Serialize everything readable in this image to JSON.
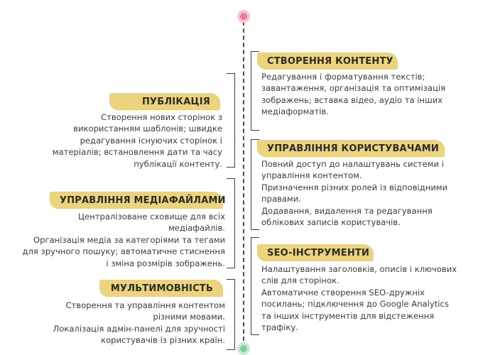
{
  "sections": {
    "publication": {
      "title": "ПУБЛІКАЦІЯ",
      "lines": [
        "Створення нових сторінок з",
        "використанням шаблонів; швидке",
        "редагування існуючих сторінок і",
        "матеріалів; встановлення дати та часу",
        "публікації контенту."
      ]
    },
    "content": {
      "title": "СТВОРЕННЯ КОНТЕНТУ",
      "lines": [
        "Редагування і форматування текстів;",
        "завантаження, організація та оптимізація",
        "зображень; вставка відео, аудіо та інших",
        "медіаформатів."
      ]
    },
    "users": {
      "title": "УПРАВЛІННЯ КОРИСТУВАЧАМИ",
      "lines": [
        "Повний доступ до налаштувань системи і",
        "управління контентом.",
        "Призначення різних ролей із відповідними",
        "правами.",
        "Додавання, видалення та редагування",
        "облікових записів користувачів."
      ]
    },
    "media": {
      "title": "УПРАВЛІННЯ МЕДІАФАЙЛАМИ",
      "lines": [
        "Централізоване сховище для всіх",
        "медіафайлів.",
        "Організація медіа за категоріями та тегами",
        "для зручного пошуку; автоматичне стиснення",
        "і зміна розмірів зображень."
      ]
    },
    "seo": {
      "title": "SEO-ІНСТРУМЕНТИ",
      "lines": [
        "Налаштування заголовків, описів і ключових",
        "слів для сторінок.",
        "Автоматичне створення SEO-дружніх",
        "посилань; підключення до Google Analytics",
        "та інших інструментів для відстеження",
        "трафіку."
      ]
    },
    "multilang": {
      "title": "МУЛЬТИМОВНІСТЬ",
      "lines": [
        "Створення та управління контентом",
        "різними мовами.",
        "Локалізація адмін-панелі для зручності",
        "користувачів із різних країн."
      ]
    }
  }
}
